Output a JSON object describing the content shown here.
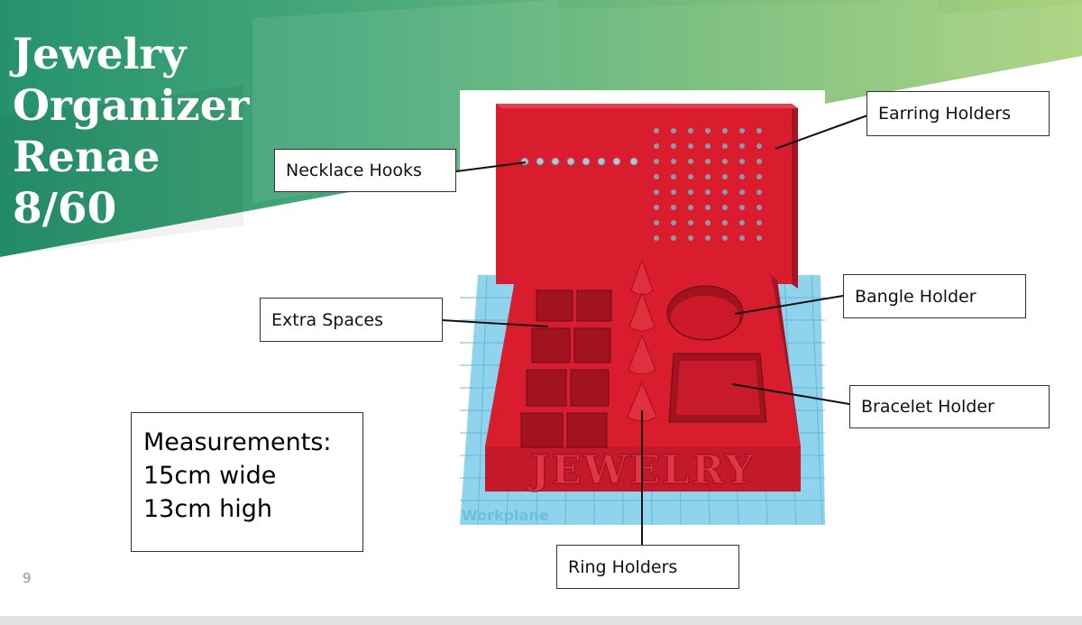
{
  "slide": {
    "title_lines": [
      "Jewelry",
      "Organizer",
      "Renae",
      "8/60"
    ],
    "page_number": "9"
  },
  "model": {
    "engraved_text": "JEWELRY",
    "workplane_label": "Workplane",
    "colors": {
      "body": "#d91c2e",
      "body_dark": "#a51523",
      "grid": "#8fd3ec"
    }
  },
  "callouts": {
    "necklace_hooks": "Necklace Hooks",
    "earring_holders": "Earring Holders",
    "extra_spaces": "Extra Spaces",
    "bangle_holder": "Bangle Holder",
    "bracelet_holder": "Bracelet Holder",
    "ring_holders": "Ring Holders"
  },
  "measurements": {
    "heading": "Measurements:",
    "width": "15cm wide",
    "height": "13cm high"
  },
  "colors": {
    "banner_dark": "#27946f",
    "banner_light": "#a9d27c",
    "text": "#000000"
  }
}
